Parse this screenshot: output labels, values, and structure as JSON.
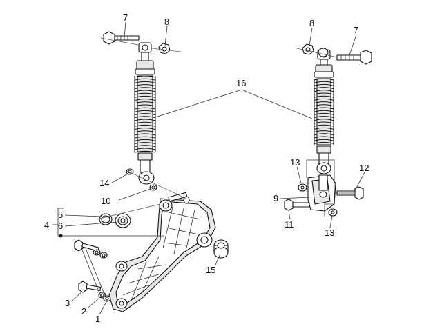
{
  "diagram": {
    "callouts": {
      "c1": "1",
      "c2": "2",
      "c3": "3",
      "c4": "4",
      "c5": "5",
      "c6": "6",
      "c7a": "7",
      "c7b": "7",
      "c8a": "8",
      "c8b": "8",
      "c9": "9",
      "c10": "10",
      "c11": "11",
      "c12": "12",
      "c13a": "13",
      "c13b": "13",
      "c14": "14",
      "c15": "15",
      "c16": "16"
    }
  }
}
